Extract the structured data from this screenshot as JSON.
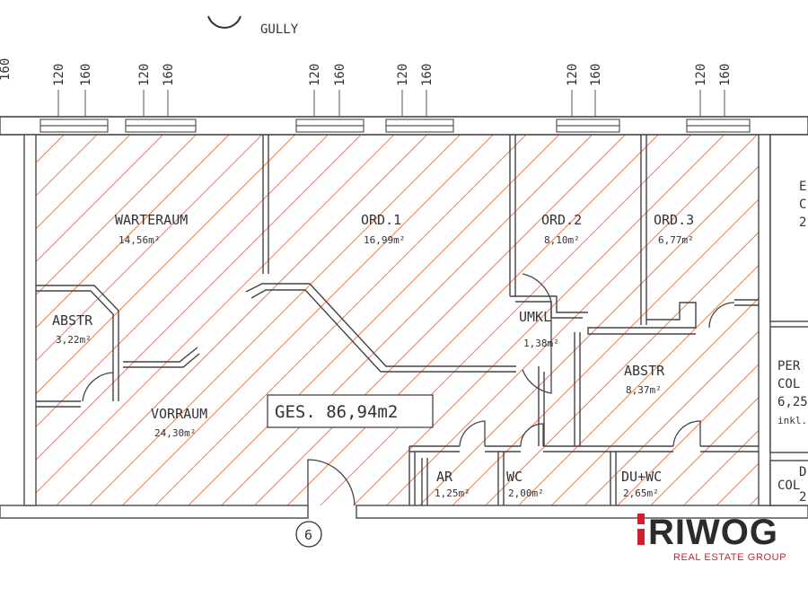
{
  "gully_label": "GULLY",
  "dimension_labels": [
    "120",
    "160"
  ],
  "partial_dimension_label": "160",
  "rooms": [
    {
      "id": "warteraum",
      "name": "WARTERAUM",
      "area": "14,56m²"
    },
    {
      "id": "ord1",
      "name": "ORD.1",
      "area": "16,99m²"
    },
    {
      "id": "ord2",
      "name": "ORD.2",
      "area": "8,10m²"
    },
    {
      "id": "ord3",
      "name": "ORD.3",
      "area": "6,77m²"
    },
    {
      "id": "abstr-left",
      "name": "ABSTR",
      "area": "3,22m²"
    },
    {
      "id": "umkl",
      "name": "UMKL",
      "area": "1,38m²"
    },
    {
      "id": "abstr-right",
      "name": "ABSTR",
      "area": "8,37m²"
    },
    {
      "id": "vorraum",
      "name": "VORRAUM",
      "area": "24,30m²"
    },
    {
      "id": "ar",
      "name": "AR",
      "area": "1,25m²"
    },
    {
      "id": "wc",
      "name": "WC",
      "area": "2,00m²"
    },
    {
      "id": "du-wc",
      "name": "DU+WC",
      "area": "2,65m²"
    }
  ],
  "total_label": "GES. 86,94m2",
  "entrance_number": "6",
  "right_partial_labels": {
    "top": [
      "E",
      "C",
      "2"
    ],
    "middle": [
      "PER",
      "COL",
      "6,25",
      "inkl."
    ],
    "bottom": [
      "D",
      "COL",
      "2"
    ]
  },
  "brand": {
    "name": "RIWOG",
    "tagline": "REAL ESTATE GROUP",
    "accent_color": "#d0202e",
    "text_color": "#2b2b2b"
  },
  "colors": {
    "hatch": "#f07a52",
    "wall": "#555555",
    "line": "#444444"
  }
}
